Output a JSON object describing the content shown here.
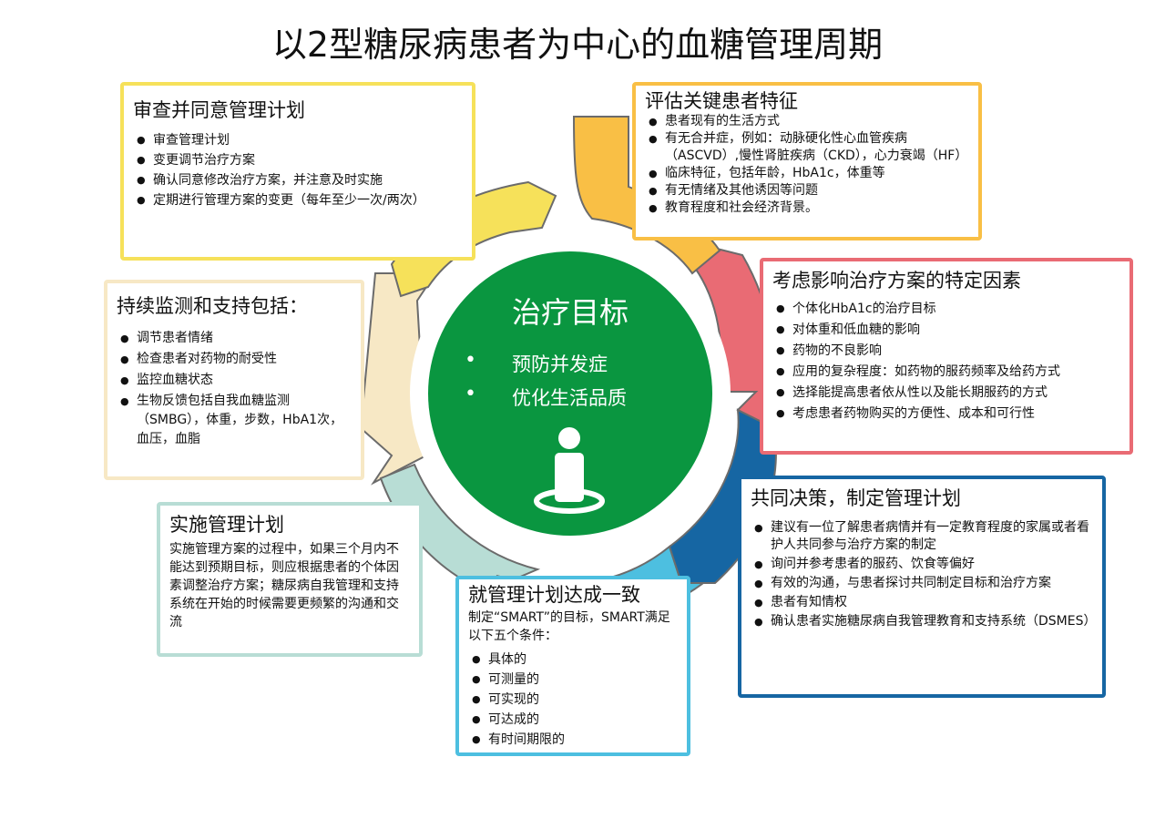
{
  "title": "以2型糖尿病患者为中心的血糖管理周期",
  "colors": {
    "center": "#0a9640",
    "review": "#f6e15a",
    "assess": "#f9bf45",
    "factors": "#e96b74",
    "decision": "#1666a3",
    "agree": "#4dbfe0",
    "implement": "#b8ddd5",
    "monitor": "#f7e8c5"
  },
  "center": {
    "title": "治疗目标",
    "goals": [
      "预防并发症",
      "优化生活品质"
    ],
    "icon": "person-target-icon"
  },
  "boxes": {
    "review": {
      "title": "审查并同意管理计划",
      "items": [
        "审查管理计划",
        "变更调节治疗方案",
        "确认同意修改治疗方案，并注意及时实施",
        "定期进行管理方案的变更（每年至少一次/两次）"
      ]
    },
    "assess": {
      "title": "评估关键患者特征",
      "items": [
        "患者现有的生活方式",
        "有无合并症，例如：动脉硬化性心血管疾病（ASCVD）,慢性肾脏疾病（CKD），心力衰竭（HF）",
        "临床特征，包括年龄，HbA1c，体重等",
        "有无情绪及其他诱因等问题",
        "教育程度和社会经济背景。"
      ]
    },
    "factors": {
      "title": "考虑影响治疗方案的特定因素",
      "items": [
        "个体化HbA1c的治疗目标",
        "对体重和低血糖的影响",
        "药物的不良影响",
        "应用的复杂程度：如药物的服药频率及给药方式",
        "选择能提高患者依从性以及能长期服药的方式",
        "考虑患者药物购买的方便性、成本和可行性"
      ]
    },
    "decision": {
      "title": "共同决策，制定管理计划",
      "items": [
        "建议有一位了解患者病情并有一定教育程度的家属或者看护人共同参与治疗方案的制定",
        "询问并参考患者的服药、饮食等偏好",
        "有效的沟通，与患者探讨共同制定目标和治疗方案",
        "患者有知情权",
        "确认患者实施糖尿病自我管理教育和支持系统（DSMES）"
      ]
    },
    "agree": {
      "title": "就管理计划达成一致",
      "intro": "制定“SMART”的目标，SMART满足以下五个条件：",
      "items": [
        "具体的",
        "可测量的",
        "可实现的",
        "可达成的",
        "有时间期限的"
      ]
    },
    "implement": {
      "title": "实施管理计划",
      "text": "实施管理方案的过程中，如果三个月内不能达到预期目标，则应根据患者的个体因素调整治疗方案；糖尿病自我管理和支持系统在开始的时候需要更频繁的沟通和交流"
    },
    "monitor": {
      "title": "持续监测和支持包括：",
      "items": [
        "调节患者情绪",
        "检查患者对药物的耐受性",
        "监控血糖状态",
        "生物反馈包括自我血糖监测（SMBG），体重，步数，HbA1次，血压，血脂"
      ]
    }
  }
}
